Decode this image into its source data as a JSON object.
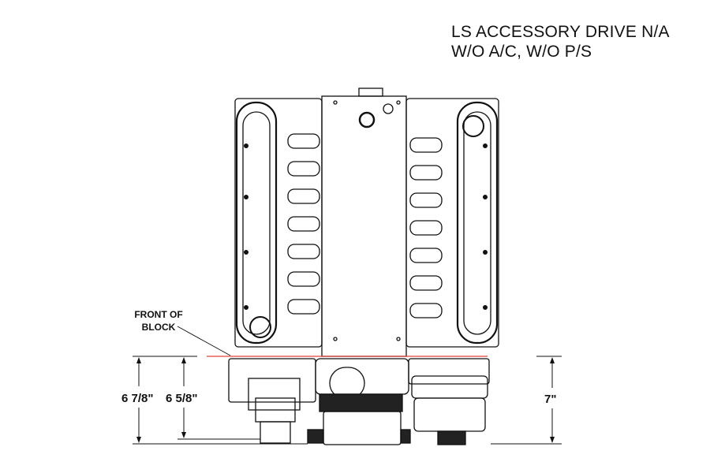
{
  "title": {
    "line1": "LS ACCESSORY DRIVE N/A",
    "line2": "W/O A/C, W/O P/S"
  },
  "callout": {
    "line1": "FRONT OF",
    "line2": "BLOCK"
  },
  "dimensions": {
    "outer_left": "6 7/8\"",
    "inner_left": "6 5/8\"",
    "right": "7\""
  },
  "colors": {
    "reference_line": "#e8423a",
    "ink": "#111111"
  }
}
